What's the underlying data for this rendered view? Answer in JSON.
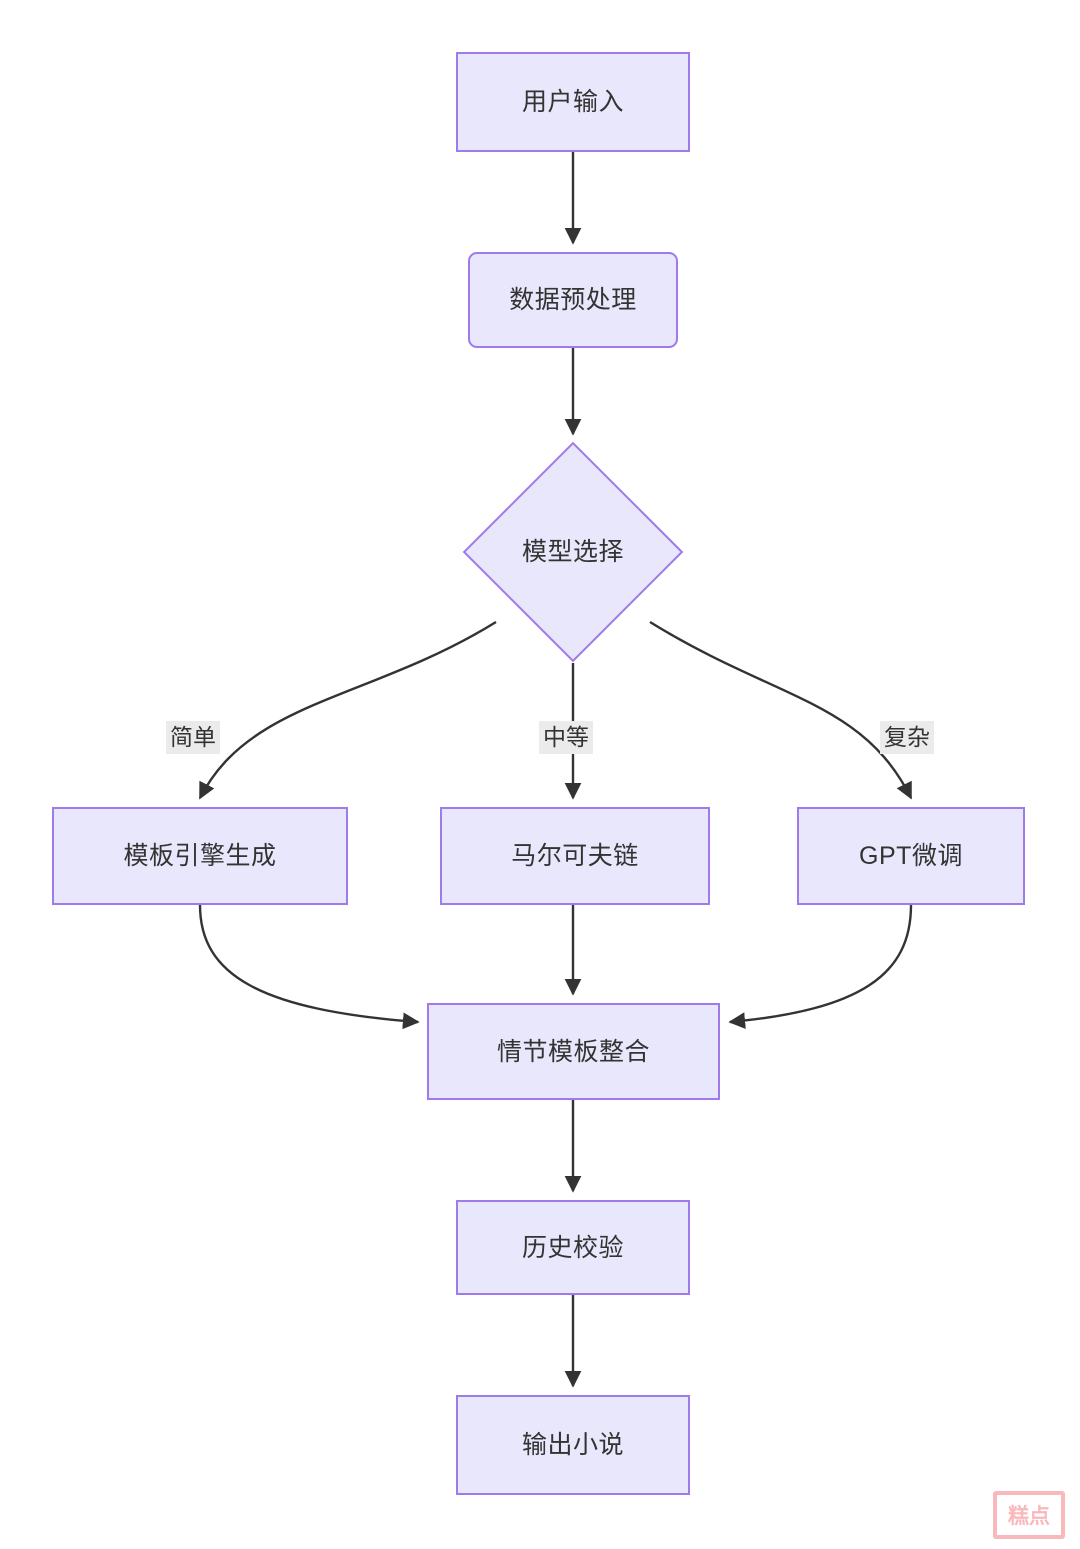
{
  "diagram": {
    "type": "flowchart",
    "direction": "top-to-bottom",
    "theme": {
      "node_fill": "#e8e7fb",
      "node_border": "#9f7aea",
      "node_text": "#333333",
      "edge_stroke": "#333333",
      "edge_label_bg": "#ebebeb",
      "background": "#ffffff",
      "watermark_color": "#f9b8bc"
    },
    "nodes": [
      {
        "id": "user_input",
        "label": "用户输入",
        "shape": "rect"
      },
      {
        "id": "preprocess",
        "label": "数据预处理",
        "shape": "rounded-rect"
      },
      {
        "id": "model_select",
        "label": "模型选择",
        "shape": "diamond"
      },
      {
        "id": "template_engine",
        "label": "模板引擎生成",
        "shape": "rect"
      },
      {
        "id": "markov_chain",
        "label": "马尔可夫链",
        "shape": "rect"
      },
      {
        "id": "gpt_finetune",
        "label": "GPT微调",
        "shape": "rect"
      },
      {
        "id": "plot_integration",
        "label": "情节模板整合",
        "shape": "rect"
      },
      {
        "id": "history_check",
        "label": "历史校验",
        "shape": "rect"
      },
      {
        "id": "output_novel",
        "label": "输出小说",
        "shape": "rect"
      }
    ],
    "edges": [
      {
        "from": "user_input",
        "to": "preprocess",
        "label": ""
      },
      {
        "from": "preprocess",
        "to": "model_select",
        "label": ""
      },
      {
        "from": "model_select",
        "to": "template_engine",
        "label": "简单"
      },
      {
        "from": "model_select",
        "to": "markov_chain",
        "label": "中等"
      },
      {
        "from": "model_select",
        "to": "gpt_finetune",
        "label": "复杂"
      },
      {
        "from": "template_engine",
        "to": "plot_integration",
        "label": ""
      },
      {
        "from": "markov_chain",
        "to": "plot_integration",
        "label": ""
      },
      {
        "from": "gpt_finetune",
        "to": "plot_integration",
        "label": ""
      },
      {
        "from": "plot_integration",
        "to": "history_check",
        "label": ""
      },
      {
        "from": "history_check",
        "to": "output_novel",
        "label": ""
      }
    ],
    "edge_labels": {
      "simple": "简单",
      "medium": "中等",
      "complex": "复杂"
    },
    "watermark": {
      "text": "糕点"
    }
  }
}
